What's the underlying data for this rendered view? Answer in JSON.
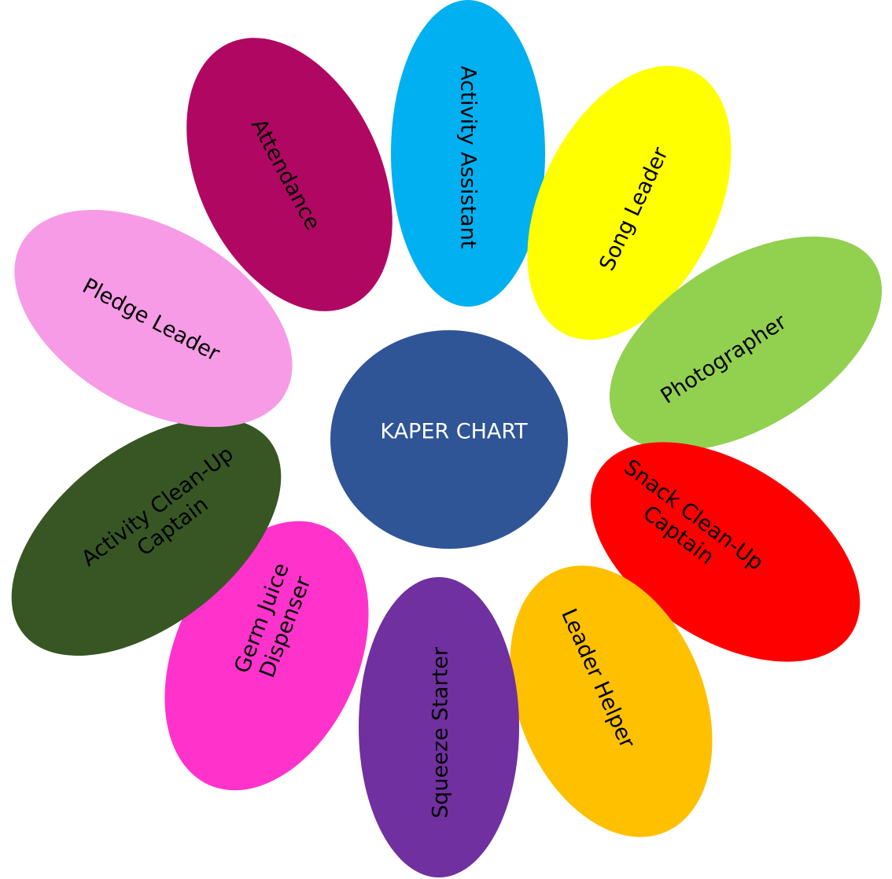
{
  "center": {
    "label": "KAPER CHART",
    "color": "#2F5597"
  },
  "petals": [
    {
      "id": "activity-assistant",
      "lines": [
        "Activity Assistant"
      ],
      "color": "#00B0F0",
      "text_color": "#000000"
    },
    {
      "id": "song-leader",
      "lines": [
        "Song Leader"
      ],
      "color": "#FFFF00",
      "text_color": "#000000"
    },
    {
      "id": "photographer",
      "lines": [
        "Photographer"
      ],
      "color": "#92D050",
      "text_color": "#000000"
    },
    {
      "id": "snack-clean-up-captain",
      "lines": [
        "Snack Clean-Up",
        "Captain"
      ],
      "color": "#FF0000",
      "text_color": "#000000"
    },
    {
      "id": "leader-helper",
      "lines": [
        "Leader Helper"
      ],
      "color": "#FFC000",
      "text_color": "#000000"
    },
    {
      "id": "squeeze-starter",
      "lines": [
        "Squeeze Starter"
      ],
      "color": "#7030A0",
      "text_color": "#000000"
    },
    {
      "id": "germ-juice-dispenser",
      "lines": [
        "Germ Juice",
        "Dispenser"
      ],
      "color": "#FF33CC",
      "text_color": "#000000"
    },
    {
      "id": "activity-clean-up-captain",
      "lines": [
        "Activity Clean-Up",
        "Captain"
      ],
      "color": "#375623",
      "text_color": "#000000"
    },
    {
      "id": "pledge-leader",
      "lines": [
        "Pledge Leader"
      ],
      "color": "#F79BE6",
      "text_color": "#000000"
    },
    {
      "id": "attendance",
      "lines": [
        "Attendance"
      ],
      "color": "#B00762",
      "text_color": "#000000"
    }
  ]
}
